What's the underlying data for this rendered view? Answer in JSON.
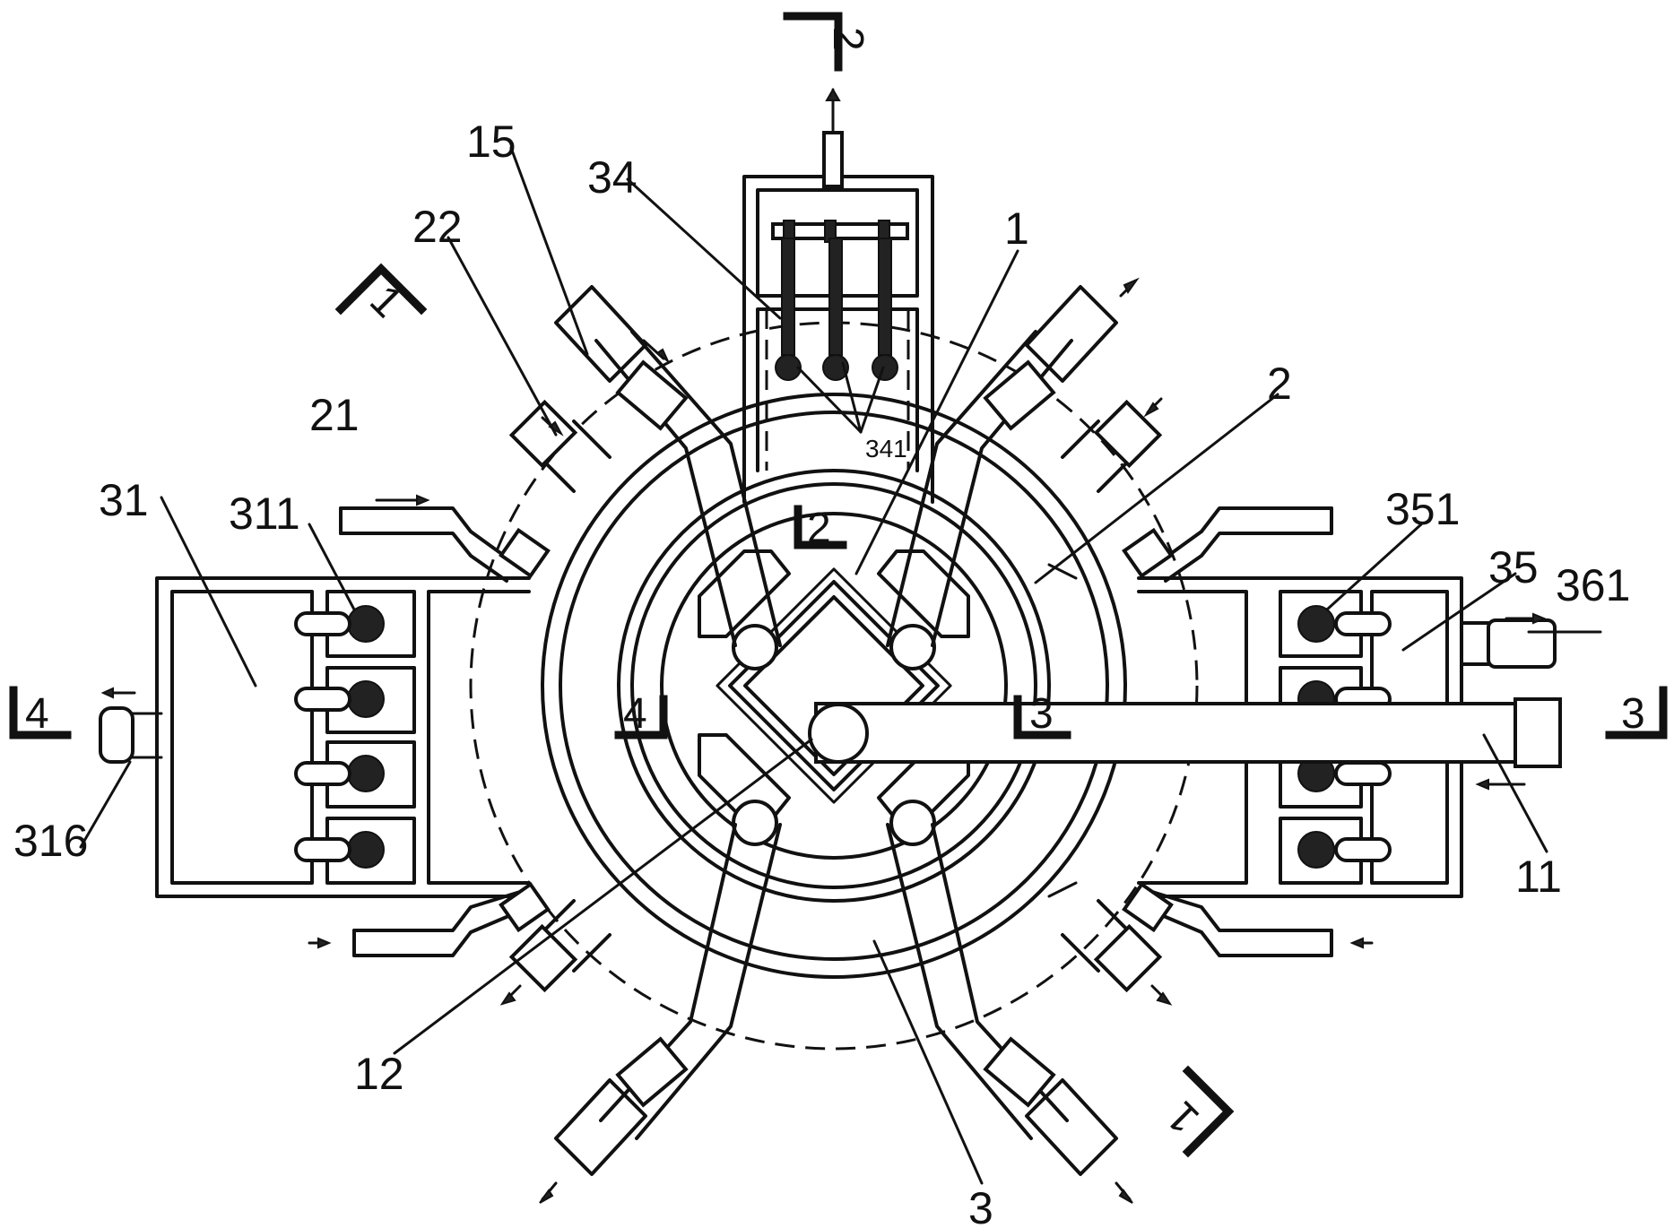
{
  "labels": {
    "l1": "1",
    "l2": "2",
    "l3": "3",
    "l11": "11",
    "l12": "12",
    "l15": "15",
    "l21": "21",
    "l22": "22",
    "l31": "31",
    "l34": "34",
    "l35": "35",
    "l311": "311",
    "l316": "316",
    "l341": "341",
    "l351": "351",
    "l361": "361"
  },
  "sections": {
    "top": "2",
    "center_top": "2",
    "left": "4",
    "center_left": "4",
    "right": "3",
    "center_right": "3",
    "diag_top": "1",
    "diag_bottom": "1"
  }
}
